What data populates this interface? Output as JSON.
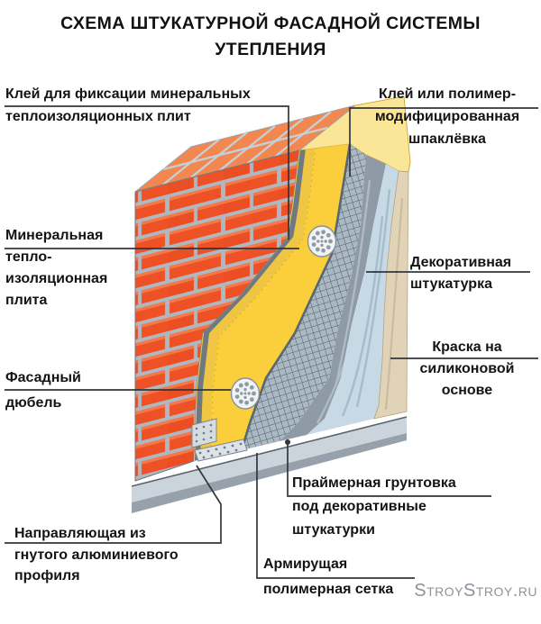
{
  "title": {
    "line1": "СХЕМА ШТУКАТУРНОЙ ФАСАДНОЙ СИСТЕМЫ",
    "line2": "УТЕПЛЕНИЯ"
  },
  "labels": {
    "glue_fixation": "Клей для фиксации минеральных\nтеплоизоляционных плит",
    "glue_polymer": "Клей или полимер-\nмодифицированная\nшпаклёвка",
    "mineral_wool": "Минеральная\nтепло-\nизоляционная\nплита",
    "decorative_plaster": "Декоративная\nштукатурка",
    "silicone_paint": "Краска на\nсиликоновой\nоснове",
    "facade_dowel": "Фасадный\nдюбель",
    "primer": "Праймерная грунтовка\nпод декоративные\nштукатурки",
    "profile": "Направляющая из\nгнутого алюминиевого\nпрофиля",
    "mesh": "Армирущая\nполимерная сетка"
  },
  "watermark": "StroyStroy.ru",
  "colors": {
    "brick": "#EE5126",
    "brick_top": "#F28850",
    "mortar": "#AFB8C1",
    "insulation": "#FBCE3C",
    "insulation_top": "#FBE596",
    "adhesive": "#EFC544",
    "mesh_base": "#A9B8C2",
    "mesh_grid": "#515D68",
    "primer_gray": "#8E9BA6",
    "plaster_blue": "#C7D9E4",
    "paint_beige": "#E0D3B7",
    "profile_gray": "#DDE3E9",
    "floor": "#CBD4DB",
    "floor_edge": "#97A1AB",
    "leader": "#30363C",
    "text": "#141414"
  }
}
